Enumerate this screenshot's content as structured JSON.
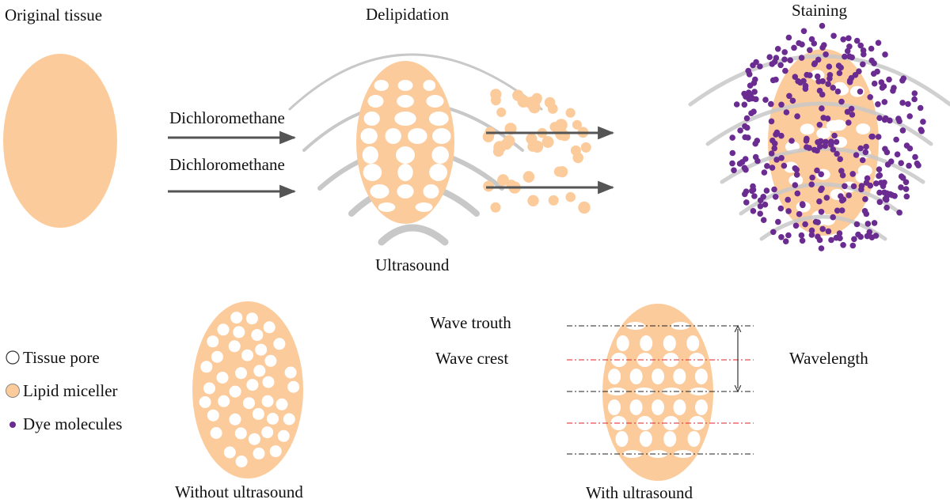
{
  "labels": {
    "original_tissue": "Original tissue",
    "delipidation": "Delipidation",
    "staining": "Staining",
    "solvent_top": "Dichloromethane",
    "solvent_bottom": "Dichloromethane",
    "ultrasound": "Ultrasound",
    "without_ultrasound": "Without ultrasound",
    "with_ultrasound": "With ultrasound",
    "wave_trough": "Wave trouth",
    "wave_crest": "Wave crest",
    "wavelength": "Wavelength"
  },
  "legend": [
    {
      "key": "tissue-pore",
      "label": "Tissue pore"
    },
    {
      "key": "lipid-micelle",
      "label": "Lipid miceller"
    },
    {
      "key": "dye-molecule",
      "label": "Dye molecules"
    }
  ],
  "colors": {
    "tissue": "#FCCB9B",
    "pore": "#FFFFFF",
    "dye": "#6B2C91",
    "wave": "#C8C8C8",
    "arrow": "#555555",
    "trough_line": "#222222",
    "crest_line": "#E0202A"
  }
}
